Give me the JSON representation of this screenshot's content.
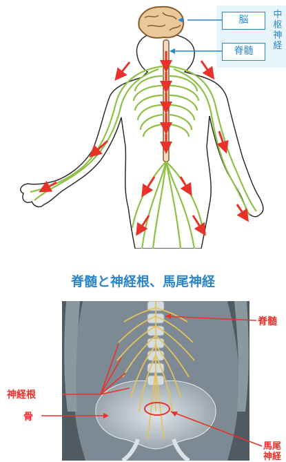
{
  "top_figure": {
    "brain_label": "脳",
    "spinal_cord_label": "脊髄",
    "cns_label": "中枢神経"
  },
  "section_title": "脊髄と神経根、馬尾神経",
  "bottom_figure": {
    "spinal_cord_label": "脊髄",
    "nerve_root_label": "神経根",
    "bone_label": "骨",
    "cauda_equina_label": "馬尾神経"
  },
  "colors": {
    "accent_blue": "#2a86c9",
    "nerve_green": "#8dc044",
    "arrow_red": "#e8322a",
    "photo_bg": "#4f5a63",
    "nerve_yellow": "#e5c25a"
  }
}
